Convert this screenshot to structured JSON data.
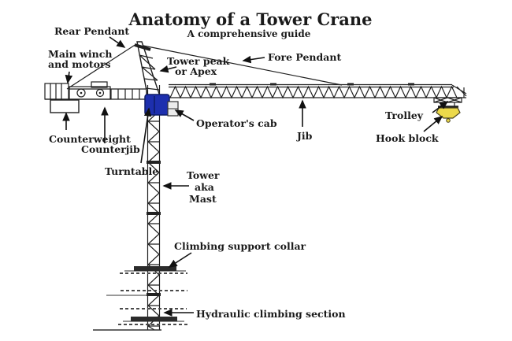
{
  "title": "Anatomy of a Tower Crane",
  "subtitle": "A comprehensive guide",
  "labels": {
    "rear_pendant": "Rear Pendant",
    "main_winch": [
      "Main winch",
      "and motors"
    ],
    "tower_peak": [
      "Tower peak",
      "or Apex"
    ],
    "fore_pendant": "Fore Pendant",
    "counterweight": "Counterweight",
    "counterjib": "Counterjib",
    "turntable": "Turntable",
    "operators_cab": "Operator's cab",
    "jib": "Jib",
    "trolley": "Trolley",
    "hook_block": "Hook block",
    "tower_mast": [
      "Tower",
      "aka",
      "Mast"
    ],
    "climbing_collar": "Climbing support collar",
    "hydraulic_section": "Hydraulic climbing section"
  },
  "colors": {
    "cab_blue": "#1d2fae",
    "hook_yellow": "#ecd94b",
    "line": "#1f1f1f"
  }
}
